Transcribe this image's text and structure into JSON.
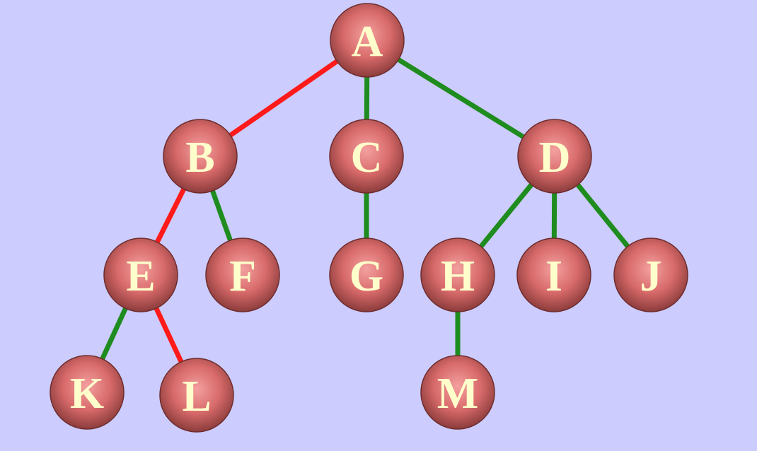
{
  "colors": {
    "background": "#ccccff",
    "node_fill_light": "#f4a0a0",
    "node_fill_mid": "#d86a6a",
    "node_fill_dark": "#8c3c3c",
    "label": "#ffffcc",
    "edge_green": "#1e8c1e",
    "edge_red": "#ff1a1a"
  },
  "tree": {
    "nodes": [
      {
        "id": "A",
        "label": "A"
      },
      {
        "id": "B",
        "label": "B"
      },
      {
        "id": "C",
        "label": "C"
      },
      {
        "id": "D",
        "label": "D"
      },
      {
        "id": "E",
        "label": "E"
      },
      {
        "id": "F",
        "label": "F"
      },
      {
        "id": "G",
        "label": "G"
      },
      {
        "id": "H",
        "label": "H"
      },
      {
        "id": "I",
        "label": "I"
      },
      {
        "id": "J",
        "label": "J"
      },
      {
        "id": "K",
        "label": "K"
      },
      {
        "id": "L",
        "label": "L"
      },
      {
        "id": "M",
        "label": "M"
      }
    ],
    "edges": [
      {
        "from": "A",
        "to": "B",
        "color": "red"
      },
      {
        "from": "A",
        "to": "C",
        "color": "green"
      },
      {
        "from": "A",
        "to": "D",
        "color": "green"
      },
      {
        "from": "B",
        "to": "E",
        "color": "red"
      },
      {
        "from": "B",
        "to": "F",
        "color": "green"
      },
      {
        "from": "C",
        "to": "G",
        "color": "green"
      },
      {
        "from": "D",
        "to": "H",
        "color": "green"
      },
      {
        "from": "D",
        "to": "I",
        "color": "green"
      },
      {
        "from": "D",
        "to": "J",
        "color": "green"
      },
      {
        "from": "E",
        "to": "K",
        "color": "green"
      },
      {
        "from": "E",
        "to": "L",
        "color": "red"
      },
      {
        "from": "H",
        "to": "M",
        "color": "green"
      }
    ]
  }
}
